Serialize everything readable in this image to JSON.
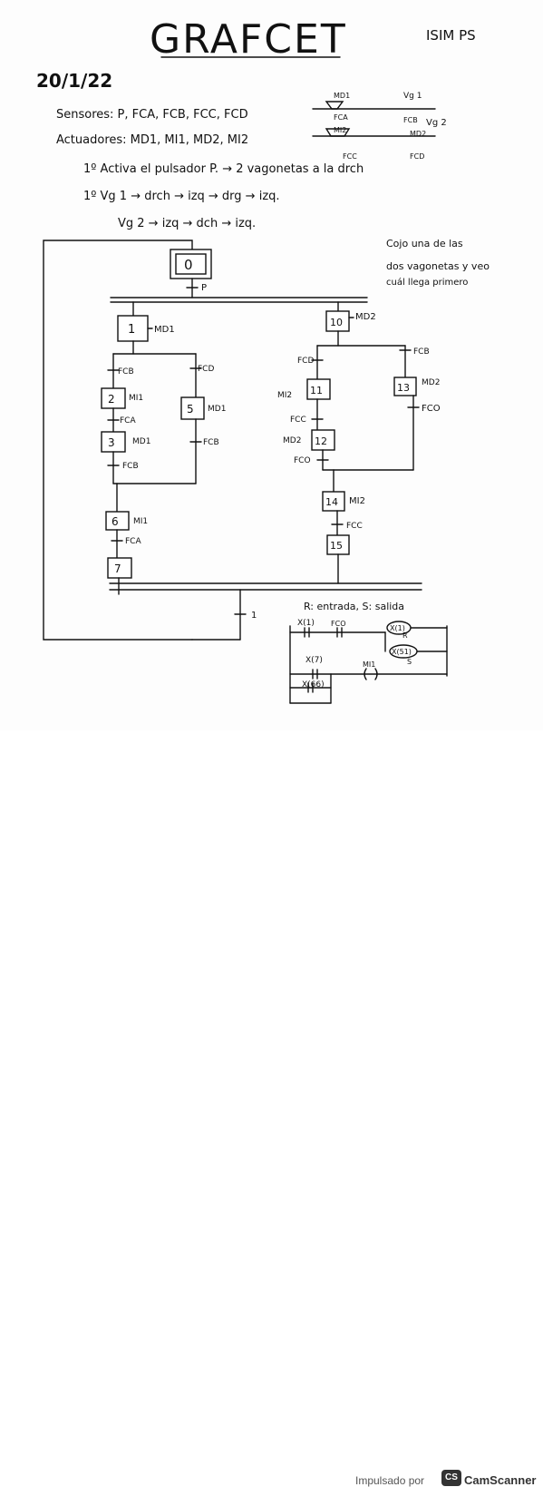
{
  "header": {
    "title": "GRAFCET",
    "corner": "ISIM PS",
    "date": "20/1/22"
  },
  "notes": {
    "sensores": "Sensores: P, FCA, FCB, FCC, FCD",
    "actuadores": "Actuadores: MD1, MI1, MD2, MI2",
    "line1": "1º Activa el pulsador P. → 2 vagonetas a la drch",
    "line2": "1º Vg 1 → drch → izq → drg → izq.",
    "line3": "Vg 2 → izq → dch → izq.",
    "side_note": [
      "Cojo una de las",
      "dos vagonetas y veo",
      "cuál llega primero"
    ]
  },
  "track": {
    "md1": "MD1",
    "vg1": "Vg 1",
    "fca": "FCA",
    "fcb": "FCB",
    "vg2": "Vg 2",
    "mi2": "MI2",
    "md2": "MD2",
    "fcc": "FCC",
    "fcd": "FCD"
  },
  "grafcet": {
    "step0": "0",
    "t_p": "P",
    "step1": "1",
    "action1": "MD1",
    "step10": "10",
    "action10": "MD2",
    "t_fcb_a": "FCB",
    "t_fcd_a": "FCD",
    "step2": "2",
    "action2": "MI1",
    "step5": "5",
    "action5": "MD1",
    "t_fca_a": "FCA",
    "step3": "3",
    "action3": "MD1",
    "t_fcb_b": "FCB",
    "t_fcb_c": "FCB",
    "step6": "6",
    "action6": "MI1",
    "t_fca_b": "FCA",
    "step7": "7",
    "t_fcd_b": "FCD",
    "step11": "11",
    "action11": "MI2",
    "t_fcc_a": "FCC",
    "step12": "12",
    "action12": "MD2",
    "t_fco_a": "FCO",
    "t_fcb_d": "FCB",
    "step13": "13",
    "action13": "MD2",
    "t_fco_b": "FCO",
    "step14": "14",
    "action14": "MI2",
    "t_fcc_b": "FCC",
    "step15": "15",
    "t_one": "1"
  },
  "ladder": {
    "legend": "R: entrada, S: salida",
    "x1": "X(1)",
    "fco": "FCO",
    "coil_r": "X(1)",
    "r": "R",
    "coil_s": "X(51)",
    "s": "S",
    "x7": "X(7)",
    "mi1": "MI1",
    "x66": "X(66)"
  },
  "footer": {
    "powered_by": "Impulsado por",
    "logo": "CS",
    "brand": "CamScanner"
  }
}
